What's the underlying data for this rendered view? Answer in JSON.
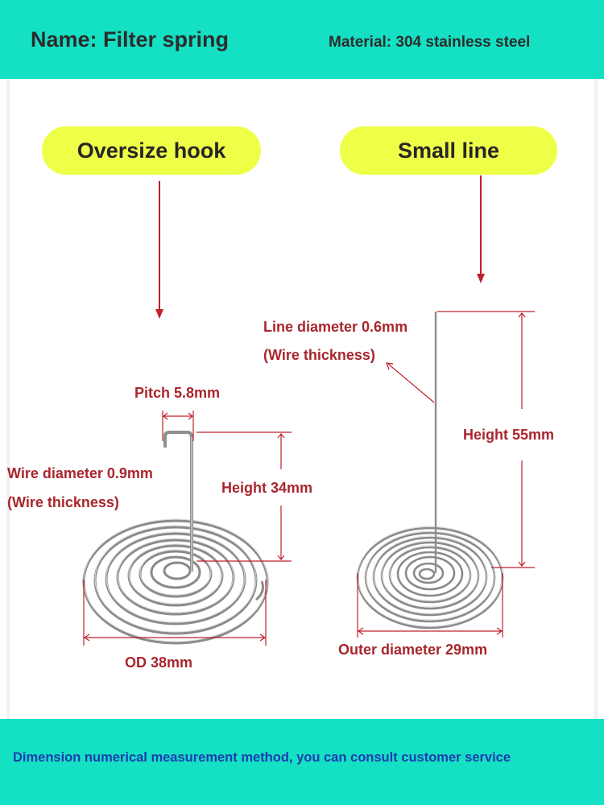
{
  "header": {
    "name_label": "Name: Filter spring",
    "material_label": "Material: 304 stainless steel"
  },
  "variants": [
    {
      "title": "Oversize hook"
    },
    {
      "title": "Small line"
    }
  ],
  "left_spring": {
    "pitch": "Pitch 5.8mm",
    "wire_diameter": "Wire diameter 0.9mm",
    "wire_note": "(Wire thickness)",
    "height": "Height 34mm",
    "od": "OD  38mm"
  },
  "right_spring": {
    "line_diameter": "Line diameter 0.6mm",
    "wire_note": "(Wire thickness)",
    "height": "Height 55mm",
    "outer_diameter": "Outer diameter 29mm"
  },
  "footer": {
    "note": "Dimension numerical measurement method, you can consult customer service"
  },
  "colors": {
    "band": "#14e0c4",
    "pill": "#eeff47",
    "dimension_text": "#a8262d",
    "arrow": "#c0202a",
    "footer_text": "#1f3bb0"
  }
}
